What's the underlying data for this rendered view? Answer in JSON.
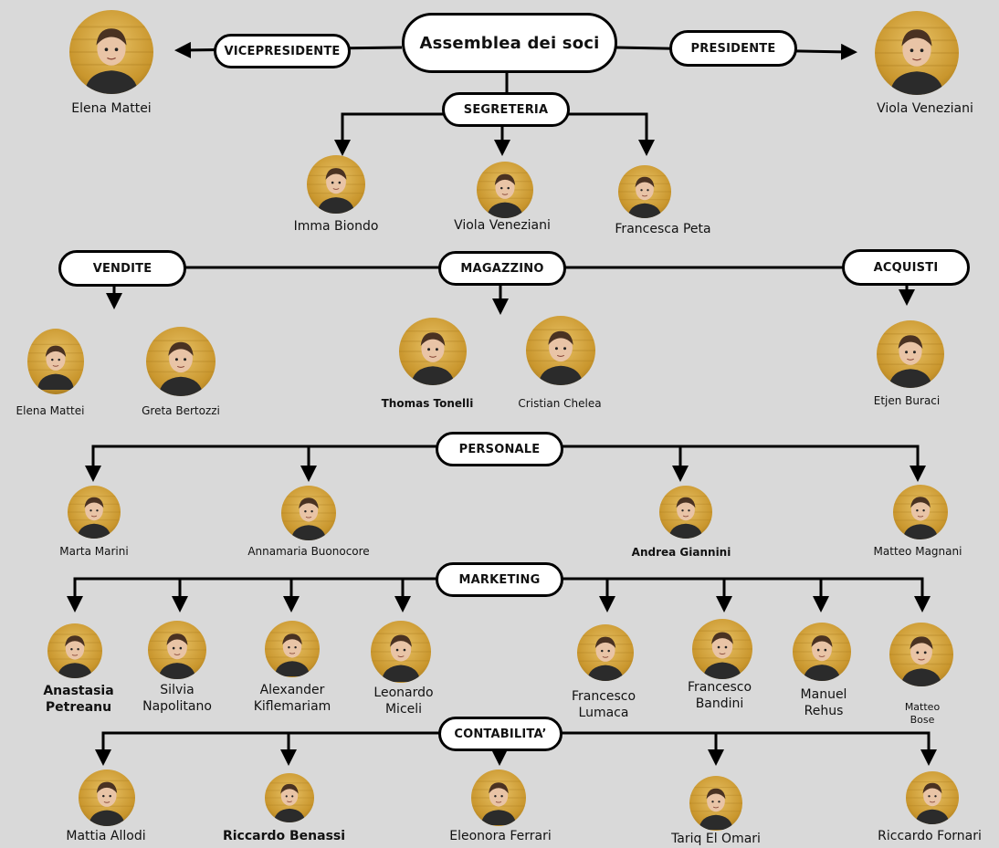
{
  "roles": {
    "assembly": "Assemblea dei soci",
    "vicepresident": "VICEPRESIDENTE",
    "president": "PRESIDENTE",
    "secretary": "SEGRETERIA",
    "sales": "VENDITE",
    "warehouse": "MAGAZZINO",
    "purchasing": "ACQUISTI",
    "personnel": "PERSONALE",
    "marketing": "MARKETING",
    "accounting": "CONTABILITA’"
  },
  "people": {
    "vicepresident": "Elena Mattei",
    "president": "Viola Veneziani",
    "secretary": [
      "Imma Biondo",
      "Viola Veneziani",
      "Francesca Peta"
    ],
    "sales": [
      "Elena Mattei",
      "Greta Bertozzi"
    ],
    "warehouse": [
      "Thomas Tonelli",
      "Cristian Chelea"
    ],
    "purchasing": [
      "Etjen Buraci"
    ],
    "personnel": [
      "Marta Marini",
      "Annamaria Buonocore",
      "Andrea Giannini",
      "Matteo Magnani"
    ],
    "marketing": [
      [
        "Anastasia",
        "Petreanu"
      ],
      [
        "Silvia",
        "Napolitano"
      ],
      [
        "Alexander",
        "Kiflemariam"
      ],
      [
        "Leonardo",
        "Miceli"
      ],
      [
        "Francesco",
        "Lumaca"
      ],
      [
        "Francesco",
        "Bandini"
      ],
      [
        "Manuel",
        "Rehus"
      ],
      [
        "Matteo",
        "Bose"
      ]
    ],
    "accounting": [
      "Mattia Allodi",
      "Riccardo Benassi",
      "Eleonora Ferrari",
      "Tariq El Omari",
      "Riccardo Fornari"
    ]
  }
}
